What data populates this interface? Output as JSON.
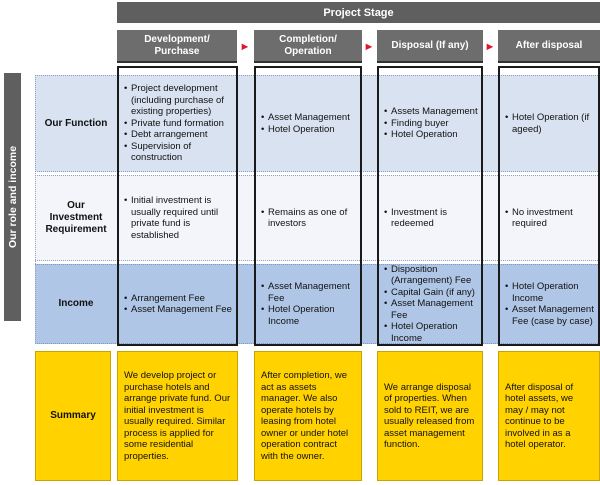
{
  "header": {
    "project_stage": "Project Stage"
  },
  "side_label": "Our role and income",
  "stages": [
    {
      "label": "Development/\nPurchase"
    },
    {
      "label": "Completion/\nOperation"
    },
    {
      "label": "Disposal (If any)"
    },
    {
      "label": "After disposal"
    }
  ],
  "arrow_glyph": "►",
  "rows": [
    {
      "label": "Our Function",
      "cells": [
        [
          "Project development (including purchase of existing properties)",
          "Private fund formation",
          "Debt arrangement",
          "Supervision of construction"
        ],
        [
          "Asset Management",
          "Hotel Operation"
        ],
        [
          "Assets Management",
          "Finding buyer",
          "Hotel Operation"
        ],
        [
          "Hotel Operation (if ageed)"
        ]
      ]
    },
    {
      "label": "Our\nInvestment\nRequirement",
      "cells": [
        [
          "Initial investment is usually required until private fund is established"
        ],
        [
          "Remains as one of investors"
        ],
        [
          "Investment is redeemed"
        ],
        [
          "No investment required"
        ]
      ]
    },
    {
      "label": "Income",
      "cells": [
        [
          "Arrangement Fee",
          "Asset Management Fee"
        ],
        [
          "Asset Management Fee",
          "Hotel Operation Income"
        ],
        [
          "Disposition (Arrangement) Fee",
          "Capital Gain (if any)",
          "Asset Management Fee",
          "Hotel Operation Income"
        ],
        [
          "Hotel Operation Income",
          "Asset Management Fee (case by case)"
        ]
      ]
    }
  ],
  "summary": {
    "label": "Summary",
    "cells": [
      "We develop project or purchase hotels and arrange private fund. Our initial investment is usually required. Similar process is applied for some residential properties.",
      "After completion, we act as assets manager. We also operate hotels by leasing from hotel owner or under hotel operation contract with the owner.",
      "We arrange disposal of properties. When sold to REIT, we are usually released from asset management function.",
      "After disposal of hotel assets, we may / may not continue to be involved in as a hotel operator."
    ]
  },
  "colors": {
    "header_gray": "#5f5f5f",
    "stage_gray": "#6d6d6d",
    "function_band": "#d9e2f1",
    "investment_band": "#f3f5fa",
    "income_band": "#afc6e6",
    "summary_yellow": "#ffd200",
    "arrow_red": "#e0162b"
  }
}
